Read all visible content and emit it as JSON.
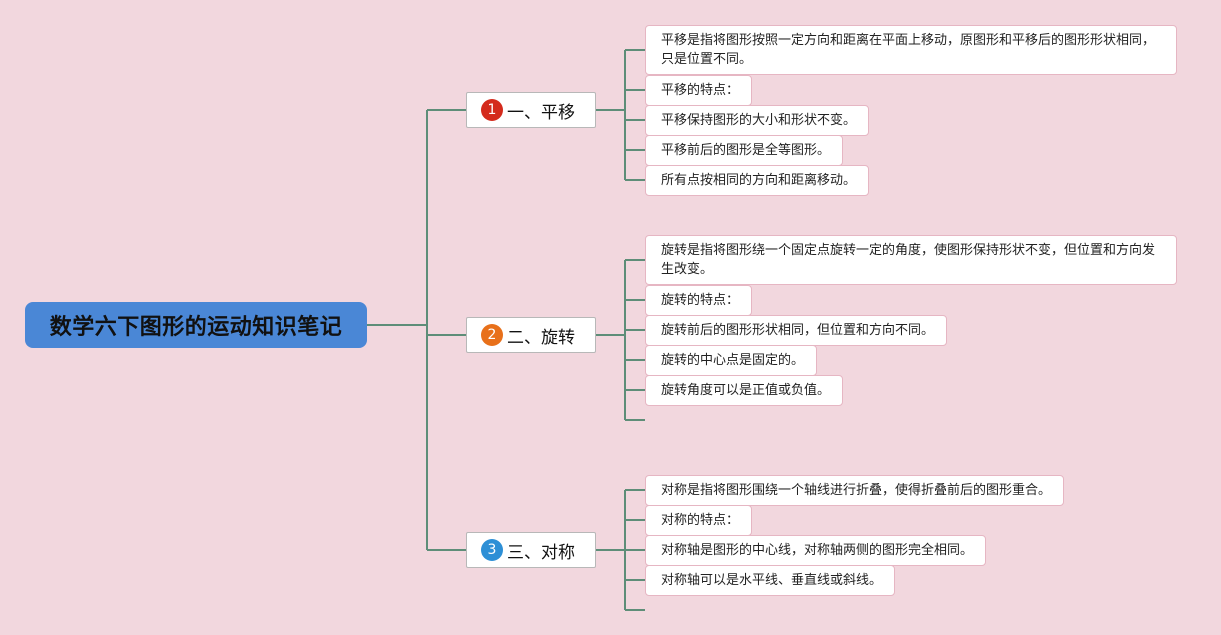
{
  "root": {
    "title": "数学六下图形的运动知识笔记"
  },
  "colors": {
    "background": "#f2d7de",
    "root": "#4a87d6",
    "connector": "#5e8d78",
    "badge1": "#d42a1c",
    "badge2": "#e8701a",
    "badge3": "#2d8fd6"
  },
  "branches": [
    {
      "num": "1",
      "label": "一、平移",
      "leaves": [
        "平移是指将图形按照一定方向和距离在平面上移动，原图形和平移后的图形形状相同，只是位置不同。",
        "平移的特点：",
        "平移保持图形的大小和形状不变。",
        "平移前后的图形是全等图形。",
        "所有点按相同的方向和距离移动。"
      ]
    },
    {
      "num": "2",
      "label": "二、旋转",
      "leaves": [
        "旋转是指将图形绕一个固定点旋转一定的角度，使图形保持形状不变，但位置和方向发生改变。",
        "旋转的特点：",
        "旋转前后的图形形状相同，但位置和方向不同。",
        "旋转的中心点是固定的。",
        "旋转角度可以是正值或负值。"
      ]
    },
    {
      "num": "3",
      "label": "三、对称",
      "leaves": [
        "对称是指将图形围绕一个轴线进行折叠，使得折叠前后的图形重合。",
        "对称的特点：",
        "对称轴是图形的中心线，对称轴两侧的图形完全相同。",
        "对称轴可以是水平线、垂直线或斜线。"
      ]
    }
  ]
}
